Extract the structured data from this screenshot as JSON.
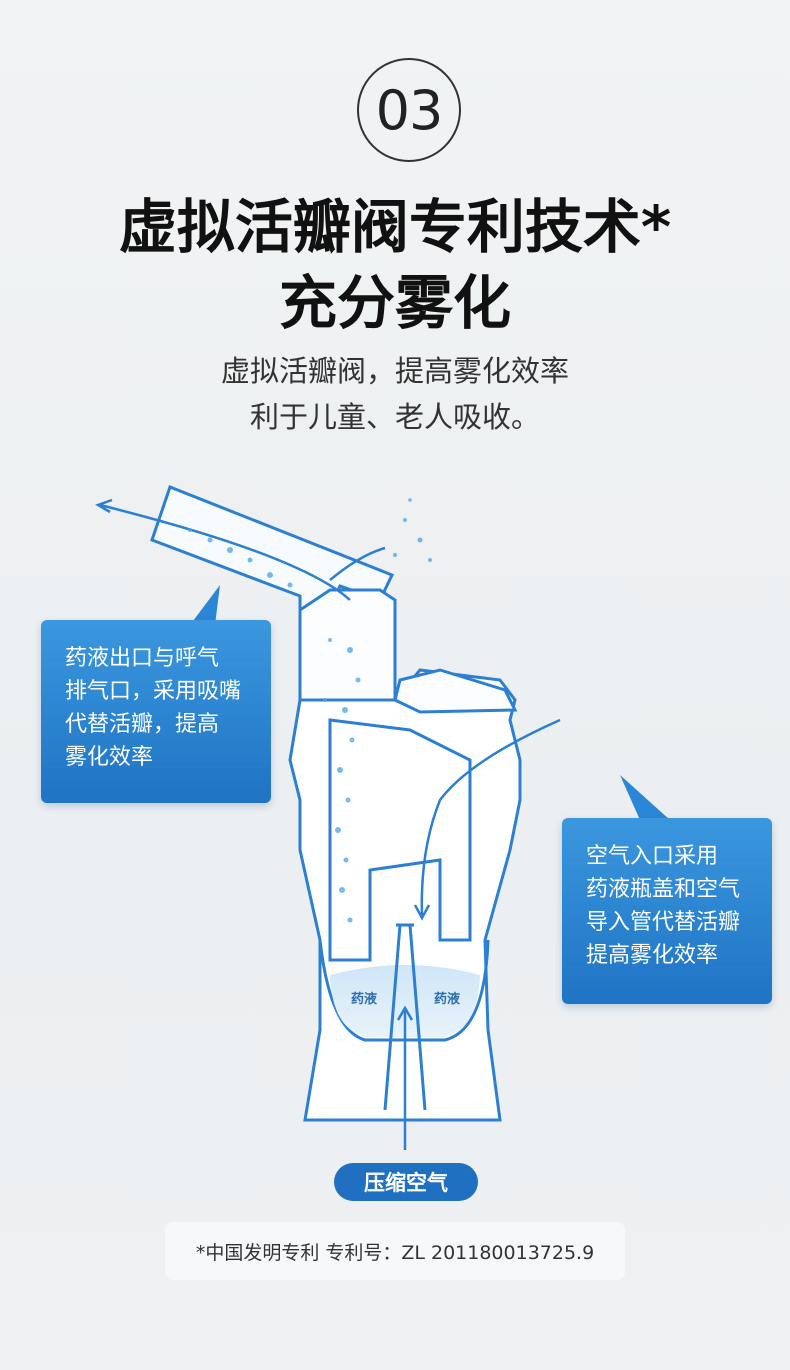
{
  "badge": {
    "number": "03"
  },
  "title": {
    "line1": "虚拟活瓣阀专利技术*",
    "line2": "充分雾化"
  },
  "subtitle": {
    "line1": "虚拟活瓣阀，提高雾化效率",
    "line2": "利于儿童、老人吸收。"
  },
  "callout_left": {
    "lines": [
      "药液出口与呼气",
      "排气口，采用吸嘴",
      "代替活瓣，提高",
      "雾化效率"
    ]
  },
  "callout_right": {
    "lines": [
      "空气入口采用",
      "药液瓶盖和空气",
      "导入管代替活瓣",
      "提高雾化效率"
    ]
  },
  "medicine_label": "药液",
  "air_label": "压缩空气",
  "footer": "*中国发明专利  专利号：ZL 201180013725.9",
  "colors": {
    "accent": "#1f74c4",
    "outline": "#2d7fd1",
    "title": "#111111"
  }
}
